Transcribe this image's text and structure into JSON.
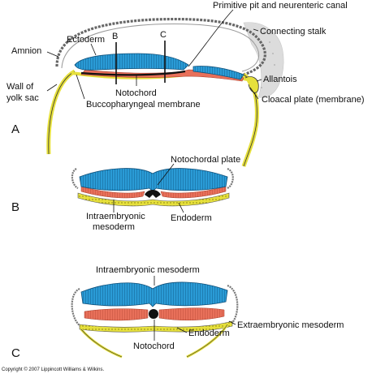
{
  "labels": {
    "primitive_pit": "Primitive pit and neurenteric canal",
    "connecting_stalk": "Connecting stalk",
    "amnion": "Amnion",
    "ectoderm": "Ectoderm",
    "section_b_marker": "B",
    "section_c_marker": "C",
    "allantois": "Allantois",
    "wall_of_yolk_sac_1": "Wall of",
    "wall_of_yolk_sac_2": "yolk sac",
    "notochord_a": "Notochord",
    "cloacal_plate": "Cloacal plate (membrane)",
    "buccopharyngeal": "Buccopharyngeal membrane",
    "notochordal_plate": "Notochordal plate",
    "intraembryonic_mesoderm_b_1": "Intraembryonic",
    "intraembryonic_mesoderm_b_2": "mesoderm",
    "endoderm_b": "Endoderm",
    "intraembryonic_mesoderm_c": "Intraembryonic mesoderm",
    "extraembryonic_mesoderm": "Extraembryonic mesoderm",
    "endoderm_c": "Endoderm",
    "notochord_c": "Notochord"
  },
  "panels": {
    "a": "A",
    "b": "B",
    "c": "C"
  },
  "copyright": "Copyright © 2007 Lippincott Williams & Wilkins.",
  "colors": {
    "ectoderm": "#2a9bd6",
    "mesoderm": "#e8705a",
    "endoderm": "#e6e03c",
    "notochord": "#111111",
    "amnion": "#888888",
    "stalk": "#d8d8d8"
  }
}
